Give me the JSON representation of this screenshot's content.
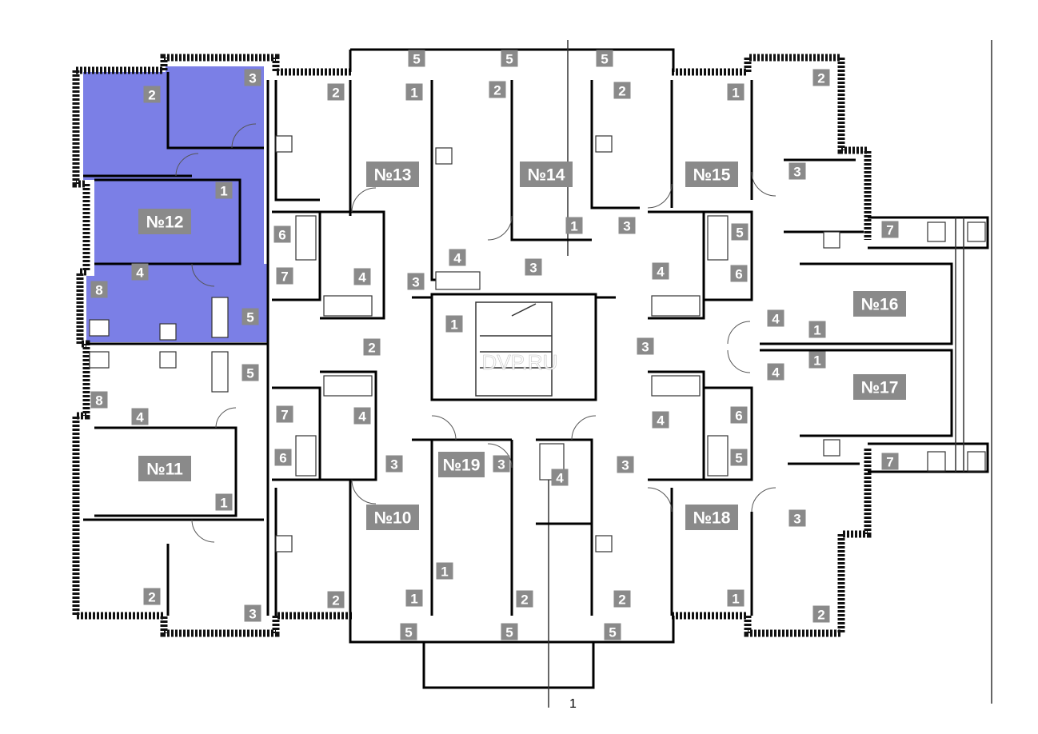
{
  "highlight_color": "#7b7fe6",
  "label_color": "#8a8a8a",
  "highlighted_apartment": "№12",
  "apartments": [
    {
      "id": "apt12",
      "label": "№12"
    },
    {
      "id": "apt13",
      "label": "№13"
    },
    {
      "id": "apt14",
      "label": "№14"
    },
    {
      "id": "apt15",
      "label": "№15"
    },
    {
      "id": "apt16",
      "label": "№16"
    },
    {
      "id": "apt17",
      "label": "№17"
    },
    {
      "id": "apt18",
      "label": "№18"
    },
    {
      "id": "apt19",
      "label": "№19"
    },
    {
      "id": "apt10",
      "label": "№10"
    },
    {
      "id": "apt11",
      "label": "№11"
    }
  ],
  "room_labels": [
    "1",
    "2",
    "3",
    "4",
    "5",
    "6",
    "7",
    "8"
  ],
  "watermark": "DVP.RU",
  "axis_mark": "1"
}
